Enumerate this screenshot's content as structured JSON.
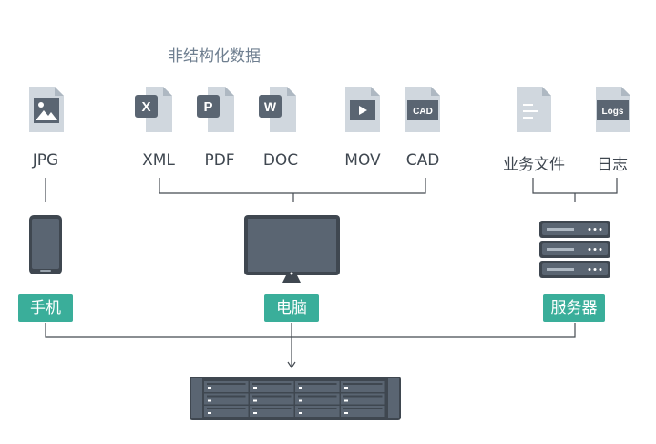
{
  "title": "非结构化数据",
  "files": {
    "jpg": {
      "label": "JPG",
      "icon": "image-file-icon"
    },
    "xml": {
      "label": "XML",
      "icon": "excel-file-icon",
      "badge": "X"
    },
    "pdf": {
      "label": "PDF",
      "icon": "powerpoint-file-icon",
      "badge": "P"
    },
    "doc": {
      "label": "DOC",
      "icon": "word-file-icon",
      "badge": "W"
    },
    "mov": {
      "label": "MOV",
      "icon": "video-file-icon"
    },
    "cad": {
      "label": "CAD",
      "icon": "cad-file-icon",
      "badge": "CAD"
    },
    "business": {
      "label": "业务文件",
      "icon": "text-file-icon"
    },
    "logs": {
      "label": "日志",
      "icon": "logs-file-icon",
      "badge": "Logs"
    }
  },
  "devices": {
    "phone": {
      "label": "手机",
      "icon": "phone-icon"
    },
    "pc": {
      "label": "电脑",
      "icon": "monitor-icon"
    },
    "server": {
      "label": "服务器",
      "icon": "server-icon"
    }
  },
  "storage": {
    "icon": "nas-storage-icon"
  },
  "colors": {
    "icon_dark": "#5a6572",
    "icon_light": "#d0d7de",
    "line": "#454b52",
    "accent": "#3aae9a",
    "title": "#6f7f90"
  }
}
